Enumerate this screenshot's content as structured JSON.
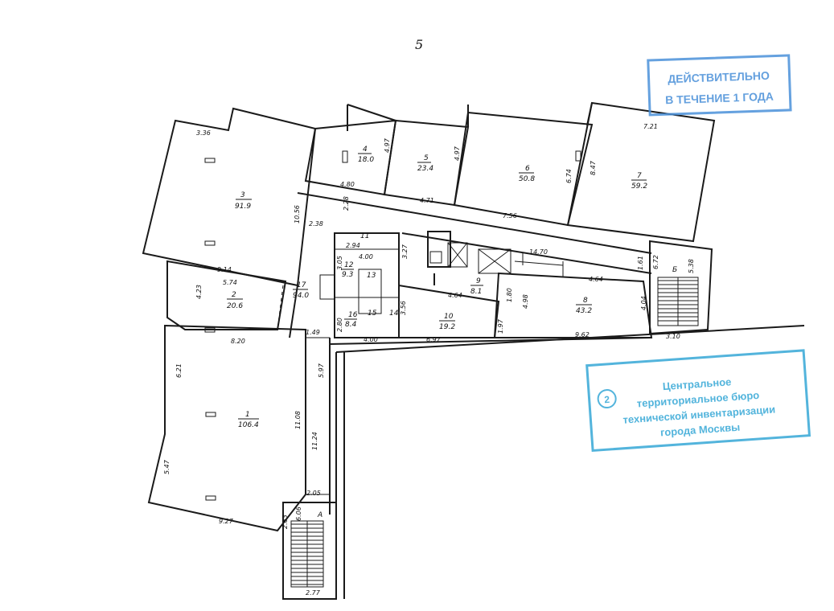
{
  "floor_label": "5",
  "stamp_validity": {
    "line1": "ДЕЙСТВИТЕЛЬНО",
    "line2": "В ТЕЧЕНИЕ 1 ГОДА",
    "color": "#4a90d9"
  },
  "stamp_bureau": {
    "line1": "Центральное",
    "line2": "территориальное бюро",
    "line3": "технической инвентаризации",
    "line4": "города Москвы",
    "color": "#35a7d6"
  },
  "rooms": [
    {
      "id": "r1",
      "number": "1",
      "area": "106.4"
    },
    {
      "id": "r2",
      "number": "2",
      "area": "20.6"
    },
    {
      "id": "r3",
      "number": "3",
      "area": "91.9"
    },
    {
      "id": "r4",
      "number": "4",
      "area": "18.0"
    },
    {
      "id": "r5",
      "number": "5",
      "area": "23.4"
    },
    {
      "id": "r6",
      "number": "6",
      "area": "50.8"
    },
    {
      "id": "r7",
      "number": "7",
      "area": "59.2"
    },
    {
      "id": "r8",
      "number": "8",
      "area": "43.2"
    },
    {
      "id": "r9",
      "number": "9",
      "area": "8.1"
    },
    {
      "id": "r10",
      "number": "10",
      "area": "19.2"
    },
    {
      "id": "r11",
      "number": "11",
      "area": ""
    },
    {
      "id": "r12",
      "number": "12",
      "area": "9.3"
    },
    {
      "id": "r13",
      "number": "13",
      "area": ""
    },
    {
      "id": "r14",
      "number": "14",
      "area": ""
    },
    {
      "id": "r15",
      "number": "15",
      "area": ""
    },
    {
      "id": "r16",
      "number": "16",
      "area": "8.4"
    },
    {
      "id": "r17",
      "number": "17",
      "area": "94.0"
    }
  ],
  "stairs": [
    {
      "id": "A",
      "label": "А"
    },
    {
      "id": "B",
      "label": "Б"
    }
  ],
  "dimensions": [
    "3.36",
    "4.80",
    "4.97",
    "4.97",
    "7.21",
    "8.47",
    "6.74",
    "10.56",
    "2.28",
    "4.71",
    "7.56",
    "2.38",
    "2.94",
    "4.00",
    "3.27",
    "14.70",
    "9.14",
    "4.23",
    "5.74",
    "3.05",
    "4.64",
    "4.64",
    "1.61",
    "6.72",
    "5.38",
    "4.04",
    "1.80",
    "4.98",
    "3.56",
    "2.80",
    "4.00",
    "6.97",
    "1.97",
    "9.62",
    "3.10",
    "1.49",
    "8.20",
    "6.21",
    "5.97",
    "11.08",
    "11.24",
    "5.47",
    "9.27",
    "2.05",
    "2.63",
    "6.06",
    "2.77"
  ]
}
